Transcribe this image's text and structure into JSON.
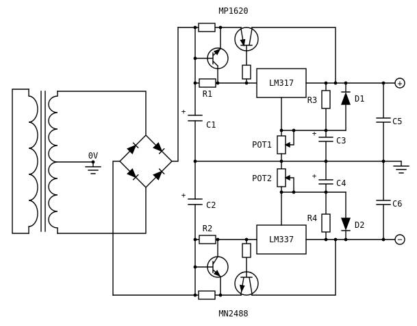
{
  "labels": {
    "transistor_top": "MP1620",
    "transistor_bottom": "MN2488",
    "regulator_pos": "LM317",
    "regulator_neg": "LM337",
    "r1": "R1",
    "r2": "R2",
    "r3": "R3",
    "r4": "R4",
    "c1": "C1",
    "c2": "C2",
    "c3": "C3",
    "c4": "C4",
    "c5": "C5",
    "c6": "C6",
    "d1": "D1",
    "d2": "D2",
    "pot1": "POT1",
    "pot2": "POT2",
    "ground_ref": "0V",
    "terminal_positive": "+",
    "terminal_negative": "−",
    "cap_polarity": "+"
  },
  "colors": {
    "line": "#000000",
    "background": "#ffffff"
  }
}
